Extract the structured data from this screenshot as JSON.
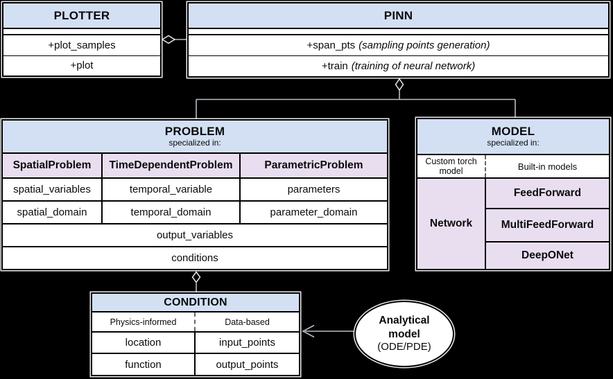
{
  "palette": {
    "header_blue": "#d3e0f4",
    "cell_purple": "#e9def0",
    "connector_gray": "#b7bfc7",
    "box_fill": "#ffffff",
    "background": "#000000"
  },
  "plotter": {
    "title": "PLOTTER",
    "methods": [
      "+plot_samples",
      "+plot"
    ]
  },
  "pinn": {
    "title": "PINN",
    "methods": [
      {
        "name": "+span_pts",
        "note": "(sampling points generation)"
      },
      {
        "name": "+train",
        "note": "(training of neural network)"
      }
    ]
  },
  "problem": {
    "title": "PROBLEM",
    "subtitle": "specialized in:",
    "subclasses": [
      "SpatialProblem",
      "TimeDependentProblem",
      "ParametricProblem"
    ],
    "attr_rows": [
      [
        "spatial_variables",
        "temporal_variable",
        "parameters"
      ],
      [
        "spatial_domain",
        "temporal_domain",
        "parameter_domain"
      ]
    ],
    "shared_rows": [
      "output_variables",
      "conditions"
    ]
  },
  "model": {
    "title": "MODEL",
    "subtitle": "specialized in:",
    "split": {
      "left": "Custom torch model",
      "right": "Built-in models"
    },
    "network": "Network",
    "builtins": [
      "FeedForward",
      "MultiFeedForward",
      "DeepONet"
    ]
  },
  "condition": {
    "title": "CONDITION",
    "split": {
      "left": "Physics-informed",
      "right": "Data-based"
    },
    "rows": [
      [
        "location",
        "input_points"
      ],
      [
        "function",
        "output_points"
      ]
    ]
  },
  "analytical": {
    "title": "Analytical model",
    "subtitle": "(ODE/PDE)"
  }
}
